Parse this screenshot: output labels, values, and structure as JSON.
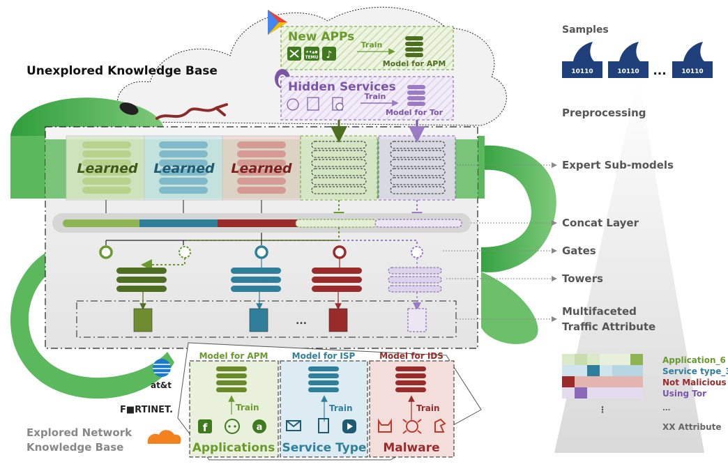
{
  "title_unexplored": "Unexplored Knowledge Base",
  "title_explored_line1": "Explored Network",
  "title_explored_line2": "Knowledge Base",
  "new_apps": {
    "title": "New APPs",
    "train": "Train",
    "model": "Model for APM",
    "app_icons": [
      "capcut-icon",
      "temu-icon",
      "tiktok-icon"
    ],
    "temu_label_1": "♠♦▲●",
    "temu_label_2": "TEMU"
  },
  "hidden_services": {
    "title": "Hidden Services",
    "train": "Train",
    "model": "Model for Tor"
  },
  "learned_label": "Learned",
  "ellipsis": "...",
  "samples": {
    "title": "Samples",
    "packet_bits": "10110",
    "ellipsis": "..."
  },
  "right_labels": {
    "preprocessing": "Preprocessing",
    "expert": "Expert Sub-models",
    "concat": "Concat Layer",
    "gates": "Gates",
    "towers": "Towers",
    "multi_line1": "Multifaceted",
    "multi_line2": "Traffic Attribute"
  },
  "attributes": [
    {
      "label": "Application_6",
      "color": "#6a9a2e"
    },
    {
      "label": "Service type_3",
      "color": "#2f7f9a"
    },
    {
      "label": "Not Malicious",
      "color": "#9a2b2b"
    },
    {
      "label": "Using Tor",
      "color": "#7a55a8"
    },
    {
      "label": "...",
      "color": "#555555"
    },
    {
      "label": "XX Attribute",
      "color": "#666666"
    }
  ],
  "attr_ellipsis": "⋮",
  "bottom_panels": [
    {
      "title": "Model for APM",
      "train": "Train",
      "category": "Applications",
      "color": "#6a9a2e"
    },
    {
      "title": "Model for ISP",
      "train": "Train",
      "category": "Service Type",
      "color": "#2f7f9a"
    },
    {
      "title": "Model for IDS",
      "train": "Train",
      "category": "Malware",
      "color": "#9a2b2b"
    }
  ],
  "logos": {
    "att": "at&t",
    "fortinet": "F■RTINET."
  },
  "colors": {
    "green": "#6a9a2e",
    "teal": "#2f7f9a",
    "red": "#9a2b2b",
    "purple": "#7a55a8",
    "snake": "#5cb85c"
  }
}
